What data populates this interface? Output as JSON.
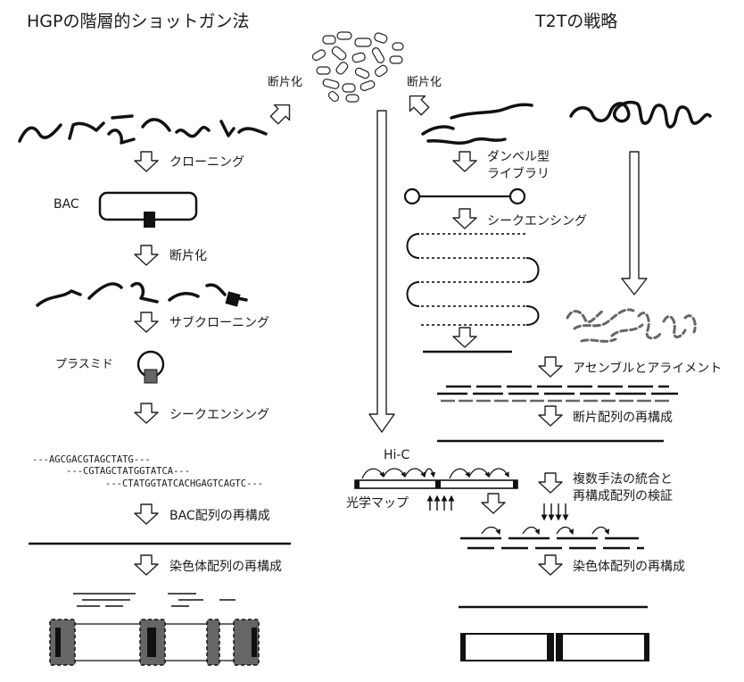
{
  "left": {
    "title": "HGPの階層的ショットガン法",
    "fragmentation_top": "断片化",
    "cloning": "クローニング",
    "bac_label": "BAC",
    "fragmentation_mid": "断片化",
    "subcloning": "サブクローニング",
    "plasmid": "プラスミド",
    "sequencing": "シークエンシング",
    "seq_reads": [
      "---AGCGACGTAGCTATG---",
      "---CGTAGCTATGGTATCA---",
      "---CTATGGTATCACHGAGTCAGTC---"
    ],
    "bac_reconstruct": "BAC配列の再構成",
    "chrom_reconstruct": "染色体配列の再構成"
  },
  "right": {
    "title": "T2Tの戦略",
    "fragmentation": "断片化",
    "dumbbell_line1": "ダンベル型",
    "dumbbell_line2": "ライブラリ",
    "sequencing": "シークエンシング",
    "hic": "Hi-C",
    "optical_map": "光学マップ",
    "assembly": "アセンブルとアライメント",
    "fragment_reconstruct": "断片配列の再構成",
    "integration_line1": "複数手法の統合と",
    "integration_line2": "再構成配列の検証",
    "chrom_reconstruct": "染色体配列の再構成"
  },
  "colors": {
    "ink": "#111111",
    "gray_fill": "#666666",
    "dashed_reads": "#666666"
  }
}
